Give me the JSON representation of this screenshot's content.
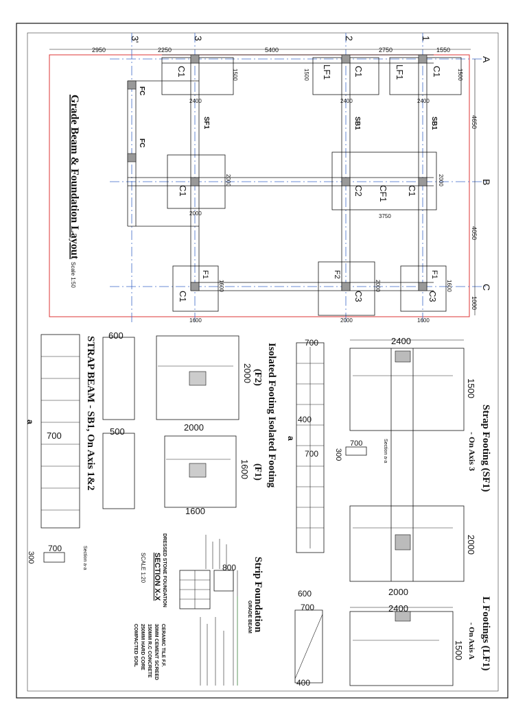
{
  "drawing": {
    "title": "Grade Beam & Foundation Layout",
    "title_scale": "Scale 1:50",
    "grid_axes": {
      "numbers": [
        "3'",
        "3",
        "2",
        "1"
      ],
      "letters": [
        "A",
        "B",
        "C"
      ]
    },
    "top_dims": [
      "2950",
      "2250",
      "5400",
      "2750",
      "1550"
    ],
    "right_dims": [
      "4650",
      "4050",
      "1000"
    ],
    "footings": {
      "c1": "C1",
      "c2": "C2",
      "c3": "C3",
      "lf1": "LF1",
      "f1": "F1",
      "f2": "F2",
      "cf1": "CF1",
      "fc": "FC"
    },
    "beams": {
      "sf1": "SF1",
      "sb1": "SB1"
    },
    "layout_dims": {
      "w2400": "2400",
      "w2000": "2000",
      "w1600": "1600",
      "w3750": "3750",
      "d1500": "1500",
      "d2000": "2000",
      "d1600": "1600"
    },
    "details": {
      "strap_footing_title": "Strap Footing (SF1)",
      "strap_footing_sub": "- On Axis 3",
      "l_footing_title": "L Footings (LF1)",
      "l_footing_sub": "- On Axis A",
      "isolated_title": "Isolated Footing Isolated Footing",
      "f2": "(F2)",
      "f1": "(F1)",
      "strap_beam_title": "STRAP BEAM - SB1, On Axis 1&2",
      "strip_title": "Strip Foundation",
      "section_title": "SECTION X-X",
      "section_scale": "SCALE 1:20",
      "section_aa": "Section a-a",
      "cut_a": "a",
      "dims": {
        "v2400": "2400",
        "v2000": "2000",
        "v1600": "1600",
        "v1500": "1500",
        "v700": "700",
        "v600": "600",
        "v500": "500",
        "v400": "400",
        "v300": "300",
        "v800": "800"
      },
      "strip_layers": [
        "CERAMIC TILE F.F.",
        "30MM CEMENT SCREED",
        "150MM R.C CONCRETE",
        "250MM HARD CORE",
        "COMPACTED SOIL"
      ],
      "grade_beam": "GRADE BEAM",
      "dressed_stone": "DRESSED STONE FOUNDATION"
    }
  }
}
